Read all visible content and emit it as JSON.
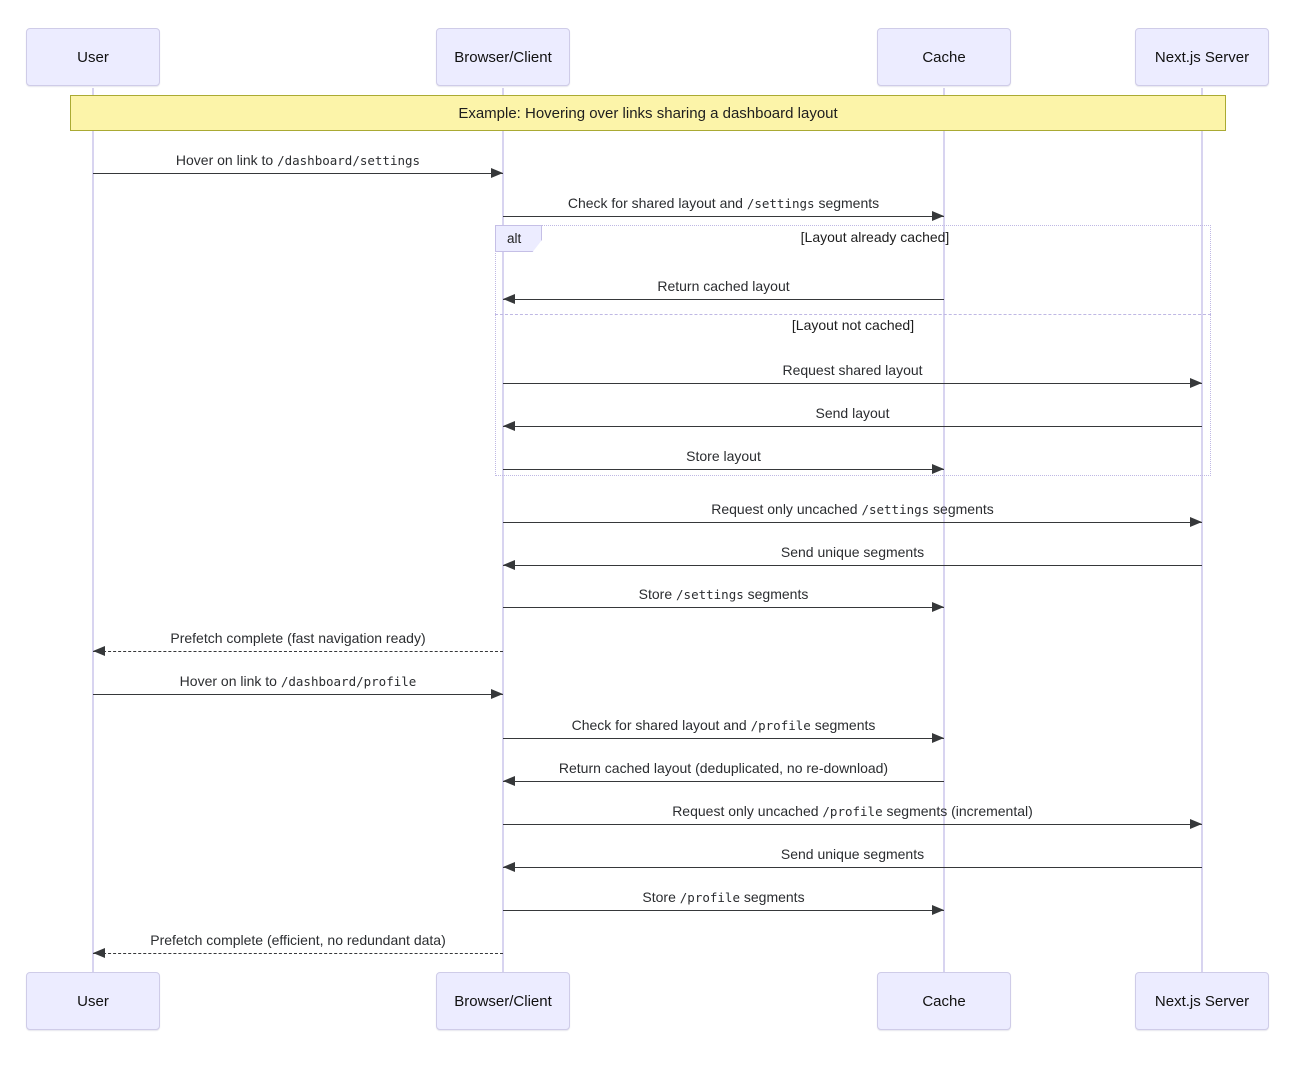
{
  "diagram": {
    "type": "sequence",
    "note": {
      "text": "Example: Hovering over links sharing a dashboard layout"
    },
    "participants": [
      {
        "id": "user",
        "name": "User"
      },
      {
        "id": "browser",
        "name": "Browser/Client"
      },
      {
        "id": "cache",
        "name": "Cache"
      },
      {
        "id": "server",
        "name": "Next.js Server"
      }
    ],
    "alt_block": {
      "label": "alt",
      "branches": [
        {
          "condition": "[Layout already cached]"
        },
        {
          "condition": "[Layout not cached]"
        }
      ]
    },
    "messages": [
      {
        "from": "User",
        "to": "Browser/Client",
        "style": "solid",
        "pre": "Hover on link to ",
        "code": "/dashboard/settings",
        "post": ""
      },
      {
        "from": "Browser/Client",
        "to": "Cache",
        "style": "solid",
        "pre": "Check for shared layout and ",
        "code": "/settings",
        "post": " segments"
      },
      {
        "from": "Cache",
        "to": "Browser/Client",
        "style": "solid",
        "pre": "Return cached layout",
        "code": "",
        "post": "",
        "branch": "[Layout already cached]"
      },
      {
        "from": "Browser/Client",
        "to": "Next.js Server",
        "style": "solid",
        "pre": "Request shared layout",
        "code": "",
        "post": "",
        "branch": "[Layout not cached]"
      },
      {
        "from": "Next.js Server",
        "to": "Browser/Client",
        "style": "solid",
        "pre": "Send layout",
        "code": "",
        "post": "",
        "branch": "[Layout not cached]"
      },
      {
        "from": "Browser/Client",
        "to": "Cache",
        "style": "solid",
        "pre": "Store layout",
        "code": "",
        "post": "",
        "branch": "[Layout not cached]"
      },
      {
        "from": "Browser/Client",
        "to": "Next.js Server",
        "style": "solid",
        "pre": "Request only uncached ",
        "code": "/settings",
        "post": " segments"
      },
      {
        "from": "Next.js Server",
        "to": "Browser/Client",
        "style": "solid",
        "pre": "Send unique segments",
        "code": "",
        "post": ""
      },
      {
        "from": "Browser/Client",
        "to": "Cache",
        "style": "solid",
        "pre": "Store ",
        "code": "/settings",
        "post": " segments"
      },
      {
        "from": "Browser/Client",
        "to": "User",
        "style": "dashed",
        "pre": "Prefetch complete (fast navigation ready)",
        "code": "",
        "post": ""
      },
      {
        "from": "User",
        "to": "Browser/Client",
        "style": "solid",
        "pre": "Hover on link to ",
        "code": "/dashboard/profile",
        "post": ""
      },
      {
        "from": "Browser/Client",
        "to": "Cache",
        "style": "solid",
        "pre": "Check for shared layout and ",
        "code": "/profile",
        "post": " segments"
      },
      {
        "from": "Cache",
        "to": "Browser/Client",
        "style": "solid",
        "pre": "Return cached layout (deduplicated, no re-download)",
        "code": "",
        "post": ""
      },
      {
        "from": "Browser/Client",
        "to": "Next.js Server",
        "style": "solid",
        "pre": "Request only uncached ",
        "code": "/profile",
        "post": " segments (incremental)"
      },
      {
        "from": "Next.js Server",
        "to": "Browser/Client",
        "style": "solid",
        "pre": "Send unique segments",
        "code": "",
        "post": ""
      },
      {
        "from": "Browser/Client",
        "to": "Cache",
        "style": "solid",
        "pre": "Store ",
        "code": "/profile",
        "post": " segments"
      },
      {
        "from": "Browser/Client",
        "to": "User",
        "style": "dashed",
        "pre": "Prefetch complete (efficient, no redundant data)",
        "code": "",
        "post": ""
      }
    ],
    "colors": {
      "actor_fill": "#ECECFF",
      "actor_border": "#CFCCE8",
      "note_fill": "#FCF4A9",
      "note_border": "#AAAA33",
      "frame_border": "#BFB8E4",
      "lifeline": "#D8D4F0",
      "arrow": "#36383a"
    }
  }
}
